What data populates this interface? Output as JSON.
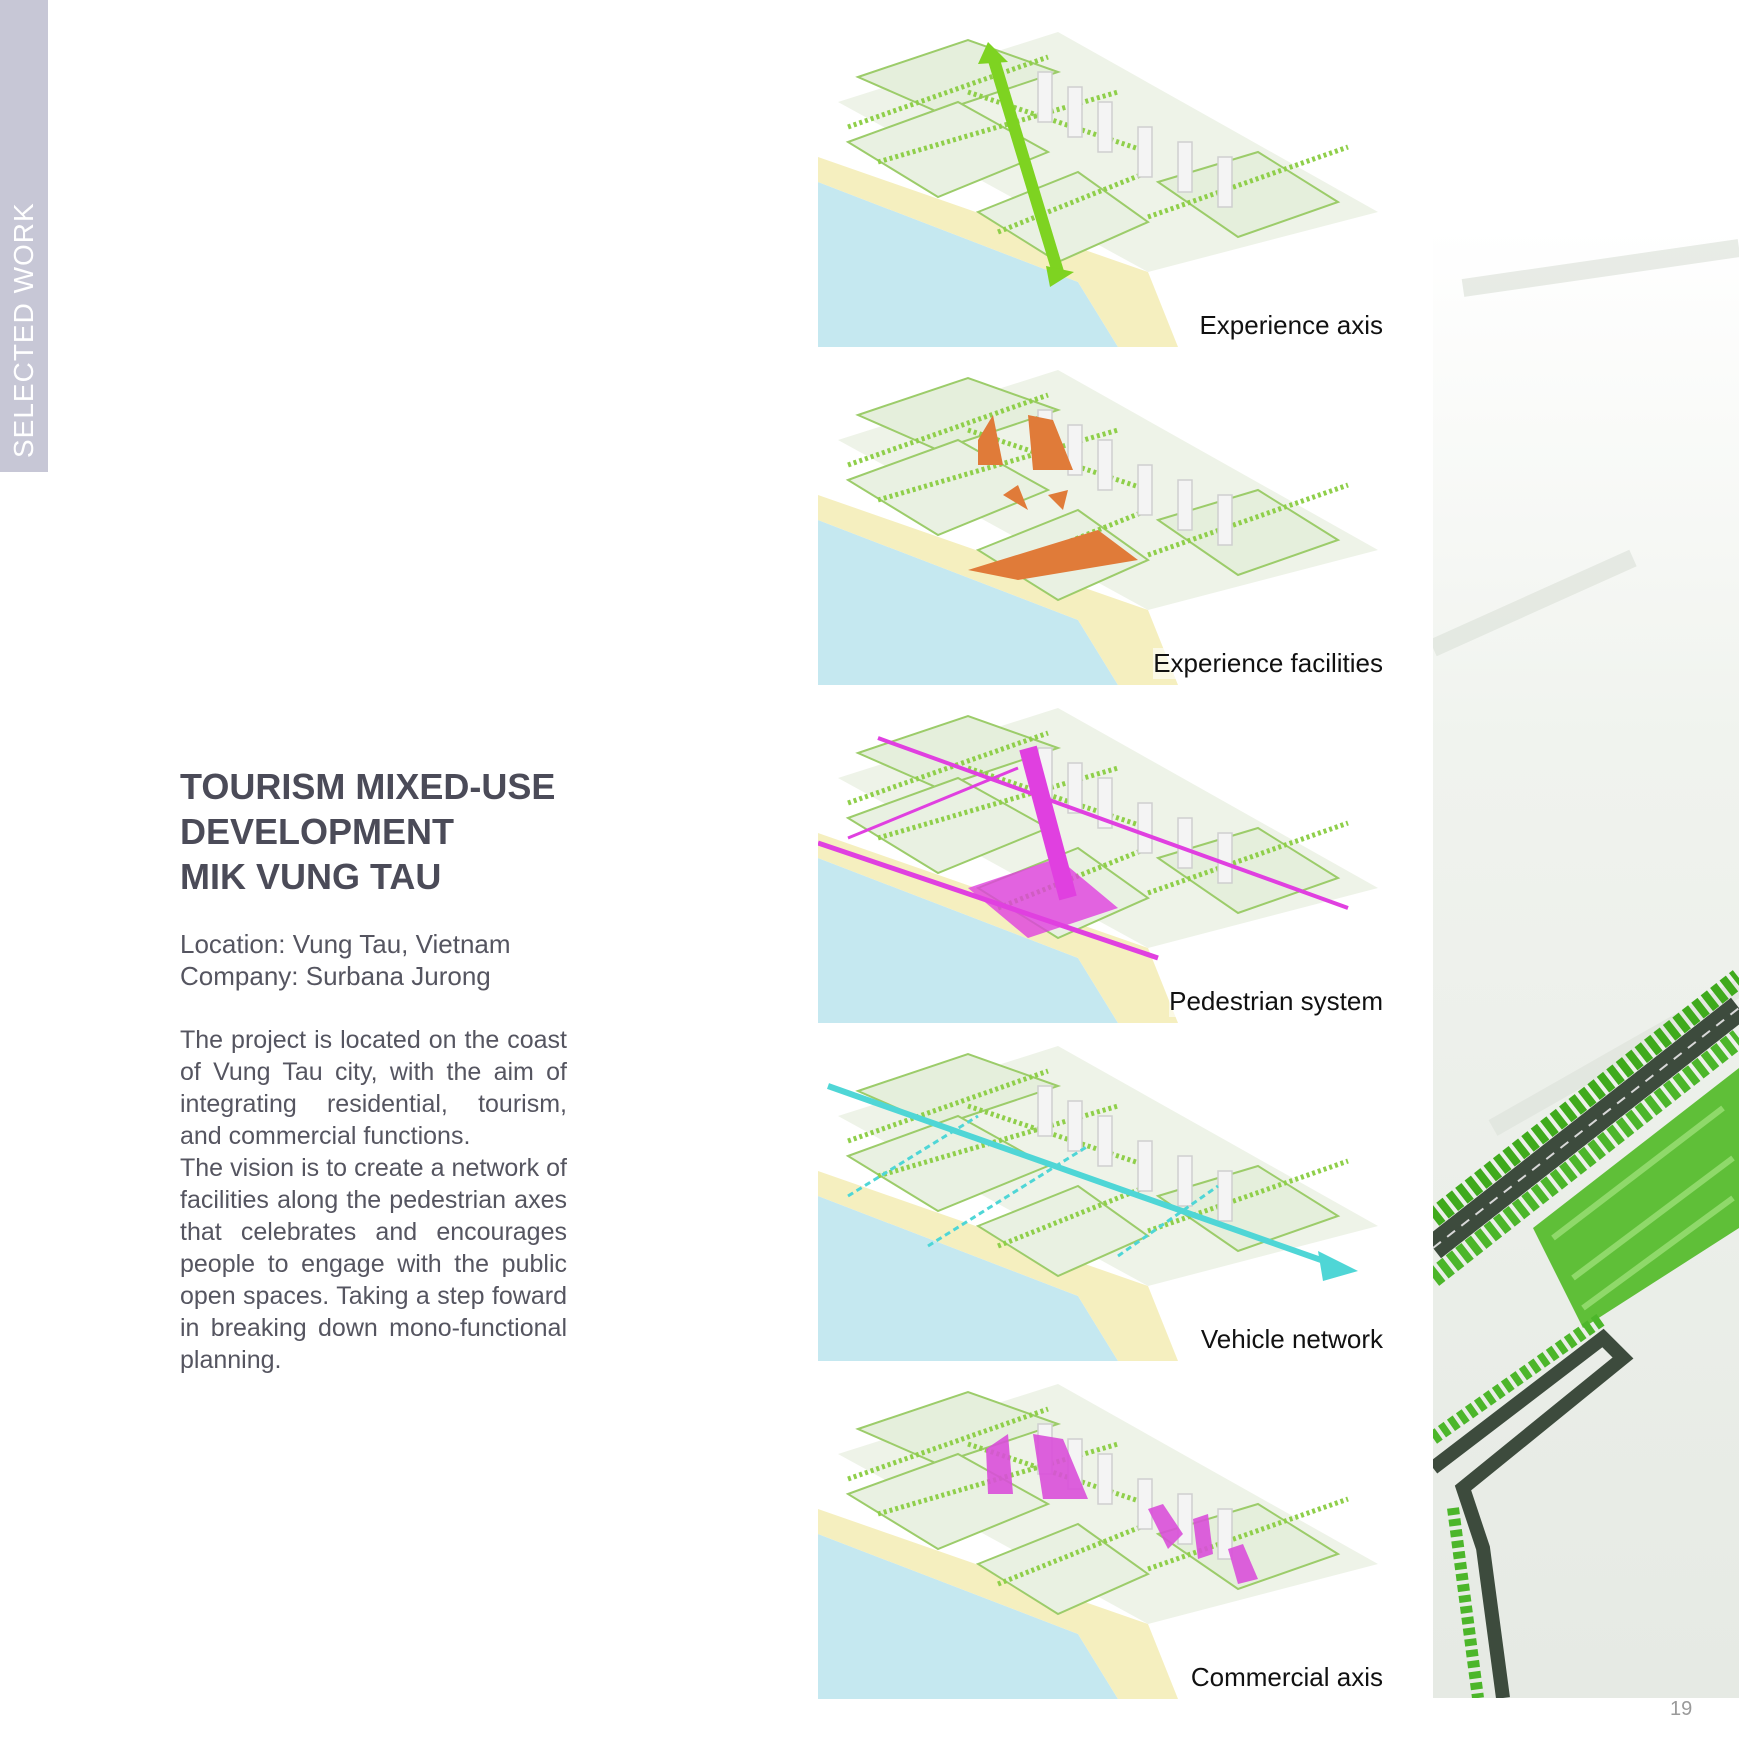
{
  "side_tab": {
    "label": "SELECTED WORK"
  },
  "project": {
    "title_lines": [
      "TOURISM MIXED-USE",
      "DEVELOPMENT",
      "MIK VUNG TAU"
    ],
    "location": "Location: Vung Tau, Vietnam",
    "company": "Company: Surbana Jurong",
    "description_1": "The project is located on the coast of Vung Tau city, with the aim of integrating residential, tourism, and commercial functions.",
    "description_2": "The vision is to create a network of facilities along the pedestrian axes that celebrates and encourages people to  engage with the public open spaces. Taking a step foward in breaking down mono-functional planning."
  },
  "diagrams": [
    {
      "label": "Experience axis",
      "highlight": "green",
      "color": "#7ed321"
    },
    {
      "label": "Experience facilities",
      "highlight": "orange",
      "color": "#e07b39"
    },
    {
      "label": "Pedestrian system",
      "highlight": "magenta",
      "color": "#e040e0"
    },
    {
      "label": "Vehicle network",
      "highlight": "cyan",
      "color": "#4fd6d6"
    },
    {
      "label": "Commercial axis",
      "highlight": "pink",
      "color": "#d94fd9"
    }
  ],
  "page_number": "19"
}
